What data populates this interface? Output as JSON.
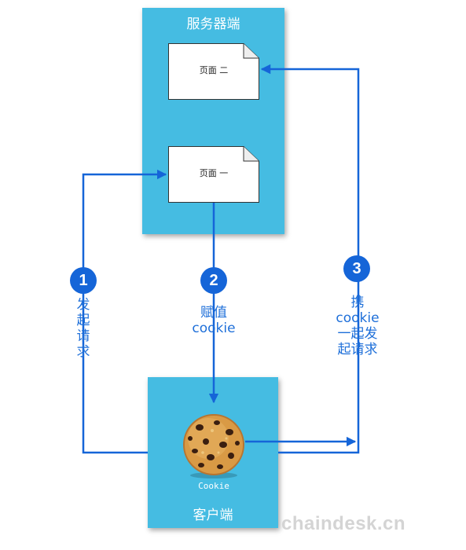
{
  "server": {
    "title": "服务器端",
    "page_two": "页面 二",
    "page_one": "页面 一"
  },
  "client": {
    "title": "客户端",
    "cookie_label": "Cookie"
  },
  "steps": [
    {
      "number": "1",
      "text": "发\n起\n请\n求"
    },
    {
      "number": "2",
      "text": "赋值\ncookie"
    },
    {
      "number": "3",
      "text": "携\ncookie\n一起发\n起请求"
    }
  ],
  "watermark": "chaindesk.cn",
  "colors": {
    "panel": "#45bce2",
    "arrow": "#1565d8",
    "step_text": "#1e6fd9"
  }
}
